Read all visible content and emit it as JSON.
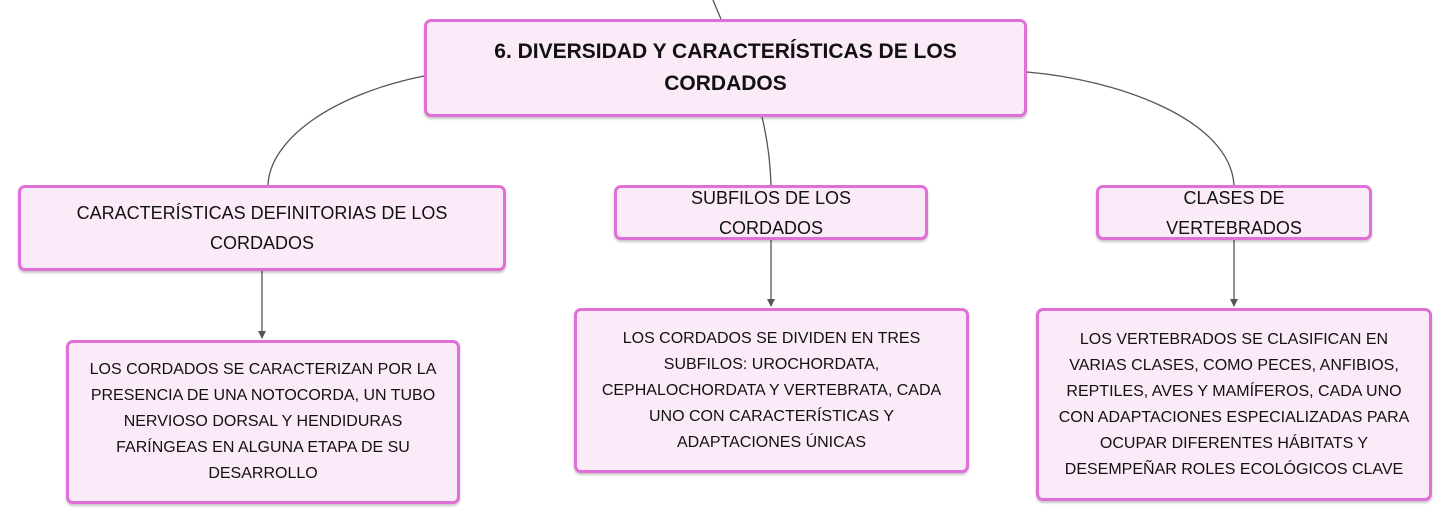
{
  "diagram": {
    "root": {
      "label": "6. DIVERSIDAD Y CARACTERÍSTICAS DE LOS CORDADOS"
    },
    "branches": [
      {
        "label": "CARACTERÍSTICAS DEFINITORIAS DE LOS CORDADOS",
        "detail": "LOS CORDADOS SE CARACTERIZAN POR LA PRESENCIA DE UNA NOTOCORDA, UN TUBO NERVIOSO DORSAL Y HENDIDURAS FARÍNGEAS EN ALGUNA ETAPA DE SU DESARROLLO"
      },
      {
        "label": "SUBFILOS DE LOS CORDADOS",
        "detail": "LOS CORDADOS SE DIVIDEN EN TRES SUBFILOS: UROCHORDATA, CEPHALOCHORDATA Y VERTEBRATA, CADA UNO CON CARACTERÍSTICAS Y ADAPTACIONES ÚNICAS"
      },
      {
        "label": "CLASES DE VERTEBRADOS",
        "detail": "LOS VERTEBRADOS SE CLASIFICAN EN VARIAS CLASES, COMO PECES, ANFIBIOS, REPTILES, AVES Y MAMÍFEROS, CADA UNO CON ADAPTACIONES ESPECIALIZADAS PARA OCUPAR DIFERENTES HÁBITATS Y DESEMPEÑAR ROLES ECOLÓGICOS CLAVE"
      }
    ]
  },
  "colors": {
    "node_fill": "#fbeaf8",
    "node_border": "#e06fd8",
    "connector": "#555555"
  }
}
